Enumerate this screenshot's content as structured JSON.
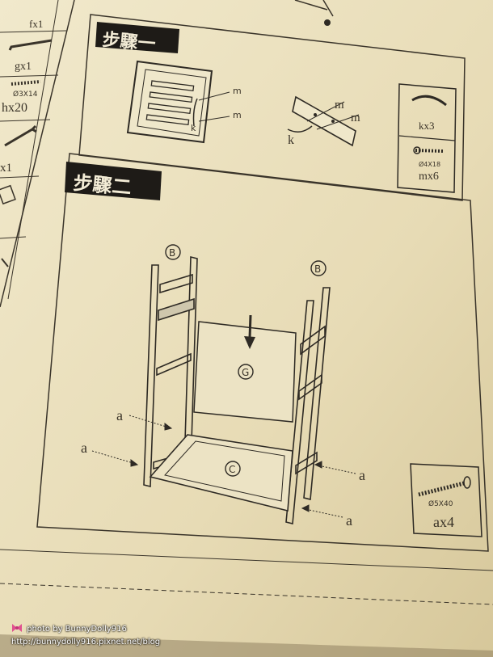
{
  "left_column": {
    "items": [
      "fx1",
      "gx1",
      "Ø3X14",
      "hx20",
      "x1"
    ]
  },
  "step1": {
    "title": "步驟一",
    "labels": {
      "m1": "m",
      "m2": "m",
      "k": "k",
      "m3": "m",
      "m4": "m",
      "k2": "k"
    }
  },
  "parts_box": {
    "k_label": "kx3",
    "screw_spec": "Ø4X18",
    "m_label": "mx6"
  },
  "step2": {
    "title": "步驟二",
    "labels": {
      "b_left": "B",
      "b_right": "B",
      "g": "G",
      "c": "C",
      "a1": "a",
      "a2": "a",
      "a3": "a",
      "a4": "a"
    },
    "screw_spec": "Ø5X40",
    "screw_count": "ax4"
  },
  "watermark": {
    "line1": "photo by BunnyDolly916",
    "line2": "http://bunnydolly916.pixnet.net/blog"
  },
  "colors": {
    "paper": "#ebe0bf",
    "ink": "#2e2a24",
    "watermark_text": "#ffffff"
  }
}
